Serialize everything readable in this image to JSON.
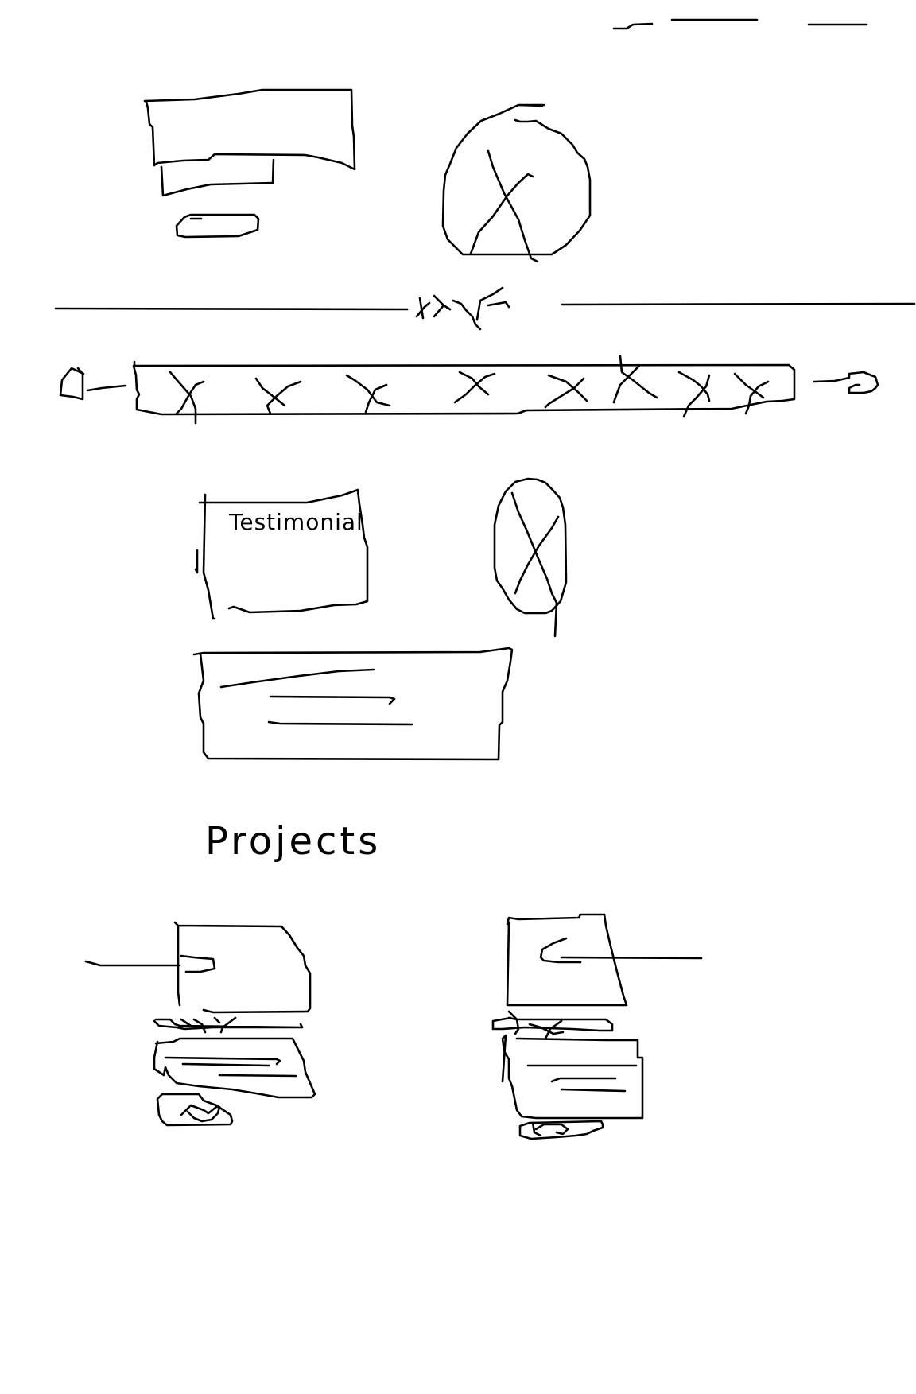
{
  "sketch": {
    "background_color": "#ffffff",
    "ink_color": "#000000",
    "header_nav_links": 3,
    "hero": {
      "image_placeholder_icon": "x-cross"
    },
    "carousel": {
      "prev_arrow_icon": "arrow-left-icon",
      "next_arrow_icon": "arrow-right-icon",
      "items": 8,
      "item_icon": "x-cross"
    },
    "testimonial": {
      "label": "Testimonial",
      "avatar_icon": "x-cross",
      "quote_lines": 3
    },
    "projects": {
      "heading": "Projects",
      "cards": 2
    }
  }
}
